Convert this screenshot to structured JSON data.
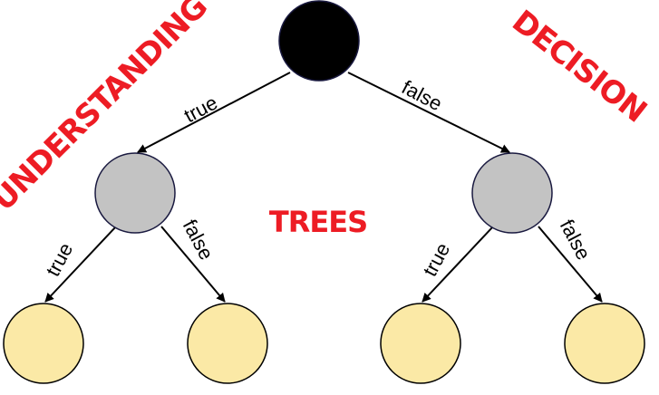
{
  "titles": {
    "left": "UNDERSTANDING",
    "right": "DECISION",
    "center": "TREES"
  },
  "colors": {
    "title": "#ed1c24",
    "root": "#000000",
    "internal": "#c3c3c3",
    "leaf": "#fbe9a6"
  },
  "edges": [
    {
      "from": "root",
      "to": "left-node",
      "label": "true"
    },
    {
      "from": "root",
      "to": "right-node",
      "label": "false"
    },
    {
      "from": "left-node",
      "to": "leaf-1",
      "label": "true"
    },
    {
      "from": "left-node",
      "to": "leaf-2",
      "label": "false"
    },
    {
      "from": "right-node",
      "to": "leaf-3",
      "label": "true"
    },
    {
      "from": "right-node",
      "to": "leaf-4",
      "label": "false"
    }
  ]
}
